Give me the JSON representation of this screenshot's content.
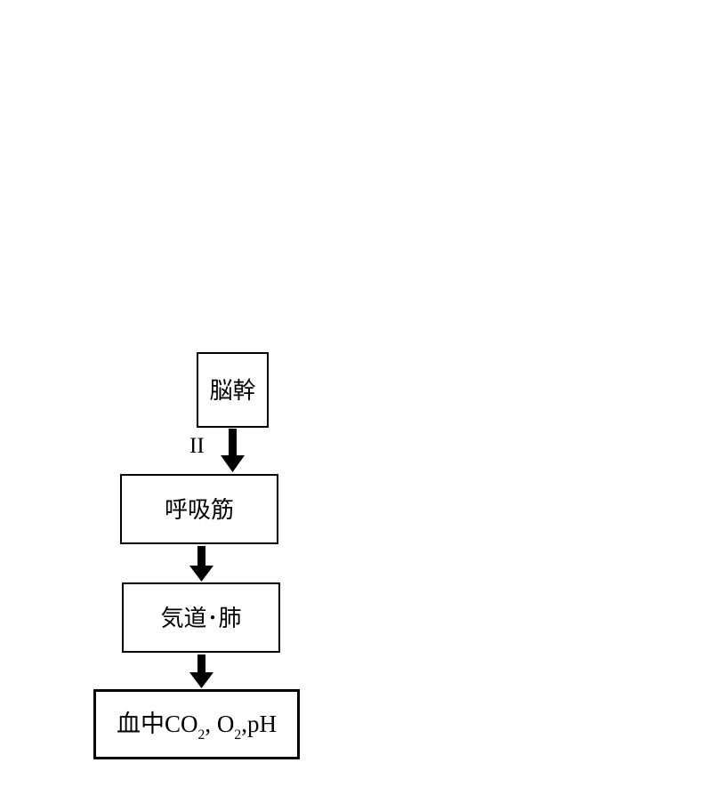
{
  "page": {
    "background_color": "#ffffff"
  },
  "flowchart": {
    "colors": {
      "node_border": "#000000",
      "node_fill": "#ffffff",
      "arrow": "#000000",
      "text": "#000000"
    },
    "nodes": [
      {
        "id": "brainstem",
        "label": "脳幹"
      },
      {
        "id": "respiratory-muscles",
        "label": "呼吸筋"
      },
      {
        "id": "airway-lungs",
        "label": "気道･肺"
      },
      {
        "id": "blood-gases",
        "label": "血中CO2, O2,pH"
      }
    ],
    "blood_label_parts": {
      "p1": "血中CO",
      "sub1": "2",
      "p2": ", O",
      "sub2": "2",
      "p3": ",pH"
    },
    "edge_label": "II",
    "edges": [
      {
        "from": "brainstem",
        "to": "respiratory-muscles",
        "label": "II"
      },
      {
        "from": "respiratory-muscles",
        "to": "airway-lungs",
        "label": ""
      },
      {
        "from": "airway-lungs",
        "to": "blood-gases",
        "label": ""
      }
    ]
  }
}
